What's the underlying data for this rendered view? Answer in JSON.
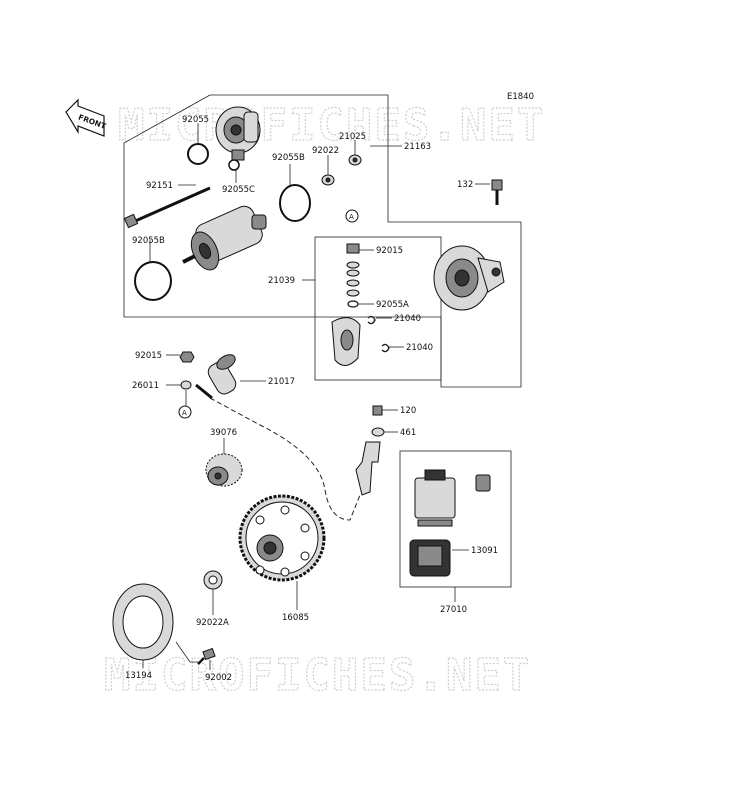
{
  "diagram_code": "E1840",
  "front_label": "FRONT",
  "watermark_text": "MICROFICHES.NET",
  "circle_marker": "A",
  "labels": {
    "p92055": "92055",
    "p92055c": "92055C",
    "p92055b_top": "92055B",
    "p92022": "92022",
    "p21025": "21025",
    "p21163": "21163",
    "p92151": "92151",
    "p92055b_left": "92055B",
    "p132": "132",
    "p92015_top": "92015",
    "p21039": "21039",
    "p92055a": "92055A",
    "p21040_a": "21040",
    "p21040_b": "21040",
    "p92015_left": "92015",
    "p26011": "26011",
    "p21017": "21017",
    "p120": "120",
    "p461": "461",
    "p39076": "39076",
    "p13091": "13091",
    "p27010": "27010",
    "p16085": "16085",
    "p92022a": "92022A",
    "p13194": "13194",
    "p92002": "92002"
  },
  "colors": {
    "line": "#222222",
    "watermark": "#cfcfcf",
    "background": "#ffffff"
  }
}
